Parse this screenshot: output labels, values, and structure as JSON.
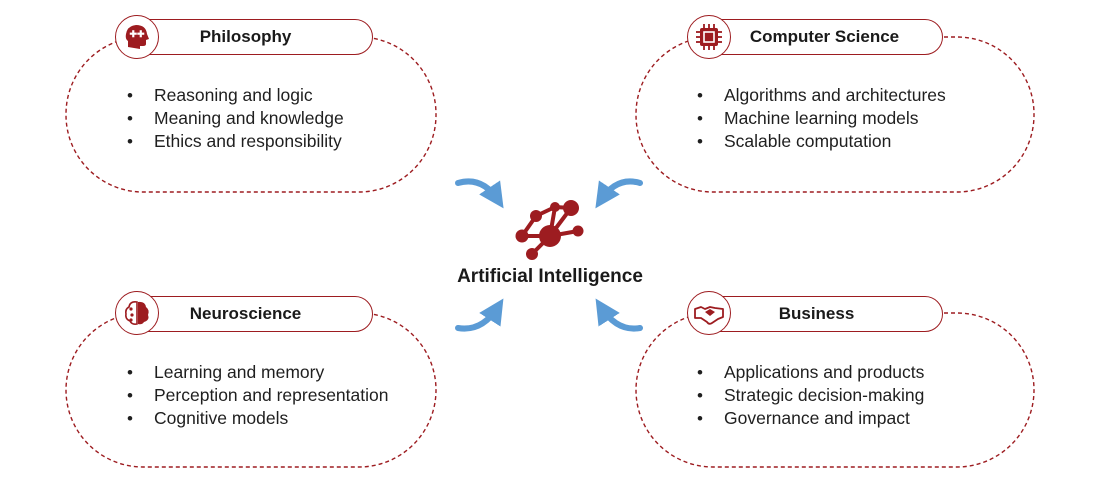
{
  "center": {
    "title": "Artificial Intelligence",
    "icon": "network-nodes-icon"
  },
  "accent_color": "#9d1c20",
  "arrow_color": "#5b9bd5",
  "quadrants": [
    {
      "id": "philosophy",
      "title": "Philosophy",
      "icon": "head-brain-icon",
      "items": [
        "Reasoning and logic",
        "Meaning and knowledge",
        "Ethics and responsibility"
      ]
    },
    {
      "id": "computer-science",
      "title": "Computer Science",
      "icon": "cpu-chip-icon",
      "items": [
        "Algorithms and architectures",
        "Machine learning models",
        "Scalable computation"
      ]
    },
    {
      "id": "neuroscience",
      "title": "Neuroscience",
      "icon": "brain-circuit-icon",
      "items": [
        "Learning and memory",
        "Perception and representation",
        "Cognitive models"
      ]
    },
    {
      "id": "business",
      "title": "Business",
      "icon": "handshake-icon",
      "items": [
        "Applications and products",
        "Strategic decision-making",
        "Governance and impact"
      ]
    }
  ]
}
